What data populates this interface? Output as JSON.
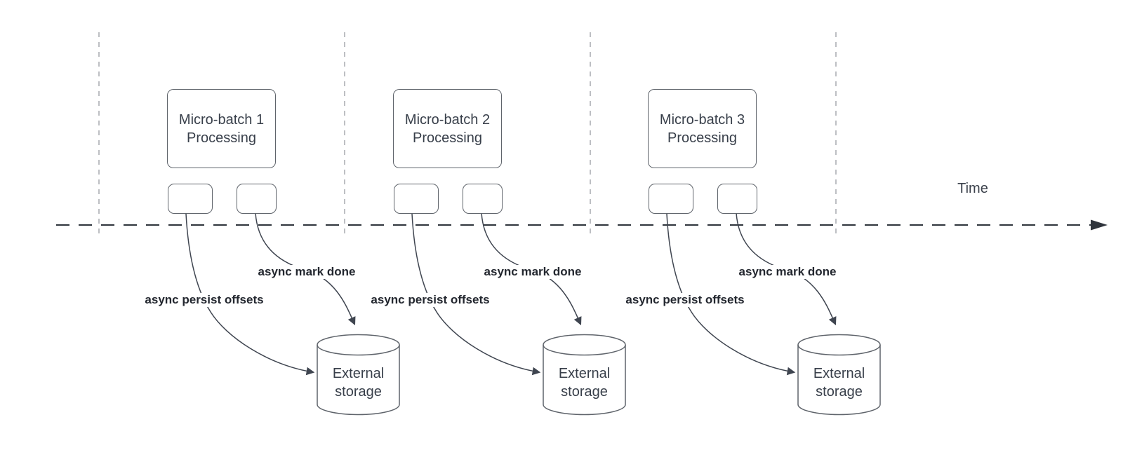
{
  "timeline": {
    "label": "Time"
  },
  "colors": {
    "edge_stroke": "#3f4550",
    "timeline_stroke": "#2f343c",
    "lane_divider": "#a7aaaf",
    "shape_border": "#5f646b",
    "shape_text": "#383f4a",
    "edge_label_text": "#23272f"
  },
  "sections": [
    {
      "batch_label": "Micro-batch 1\nProcessing",
      "persist_label": "async persist offsets",
      "markdone_label": "async mark done",
      "storage_label": "External\nstorage"
    },
    {
      "batch_label": "Micro-batch 2\nProcessing",
      "persist_label": "async persist offsets",
      "markdone_label": "async mark done",
      "storage_label": "External\nstorage"
    },
    {
      "batch_label": "Micro-batch 3\nProcessing",
      "persist_label": "async persist offsets",
      "markdone_label": "async mark done",
      "storage_label": "External\nstorage"
    }
  ]
}
